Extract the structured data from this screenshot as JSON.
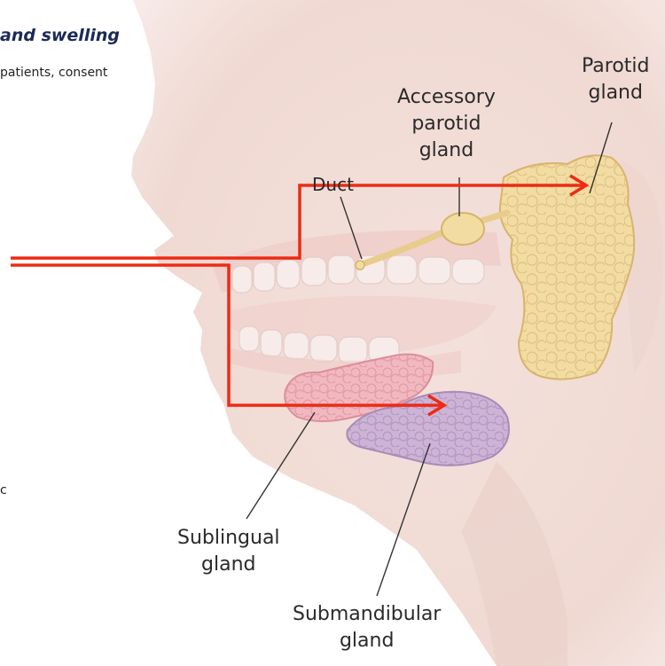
{
  "slide": {
    "title": "and swelling",
    "subtitle": "patients, consent",
    "fragment": "c"
  },
  "labels": {
    "parotid": [
      "Parotid",
      "gland"
    ],
    "accessory": [
      "Accessory",
      "parotid",
      "gland"
    ],
    "duct": "Duct",
    "sublingual": [
      "Sublingual",
      "gland"
    ],
    "submandibular": [
      "Submandibular",
      "gland"
    ]
  },
  "colors": {
    "arrow": "#ee2a14",
    "parotid_gland": "#f2dca2",
    "sublingual_gland": "#f1b8c0",
    "submandibular_gland": "#cdb4d6",
    "skin": "#f2dcd6"
  }
}
